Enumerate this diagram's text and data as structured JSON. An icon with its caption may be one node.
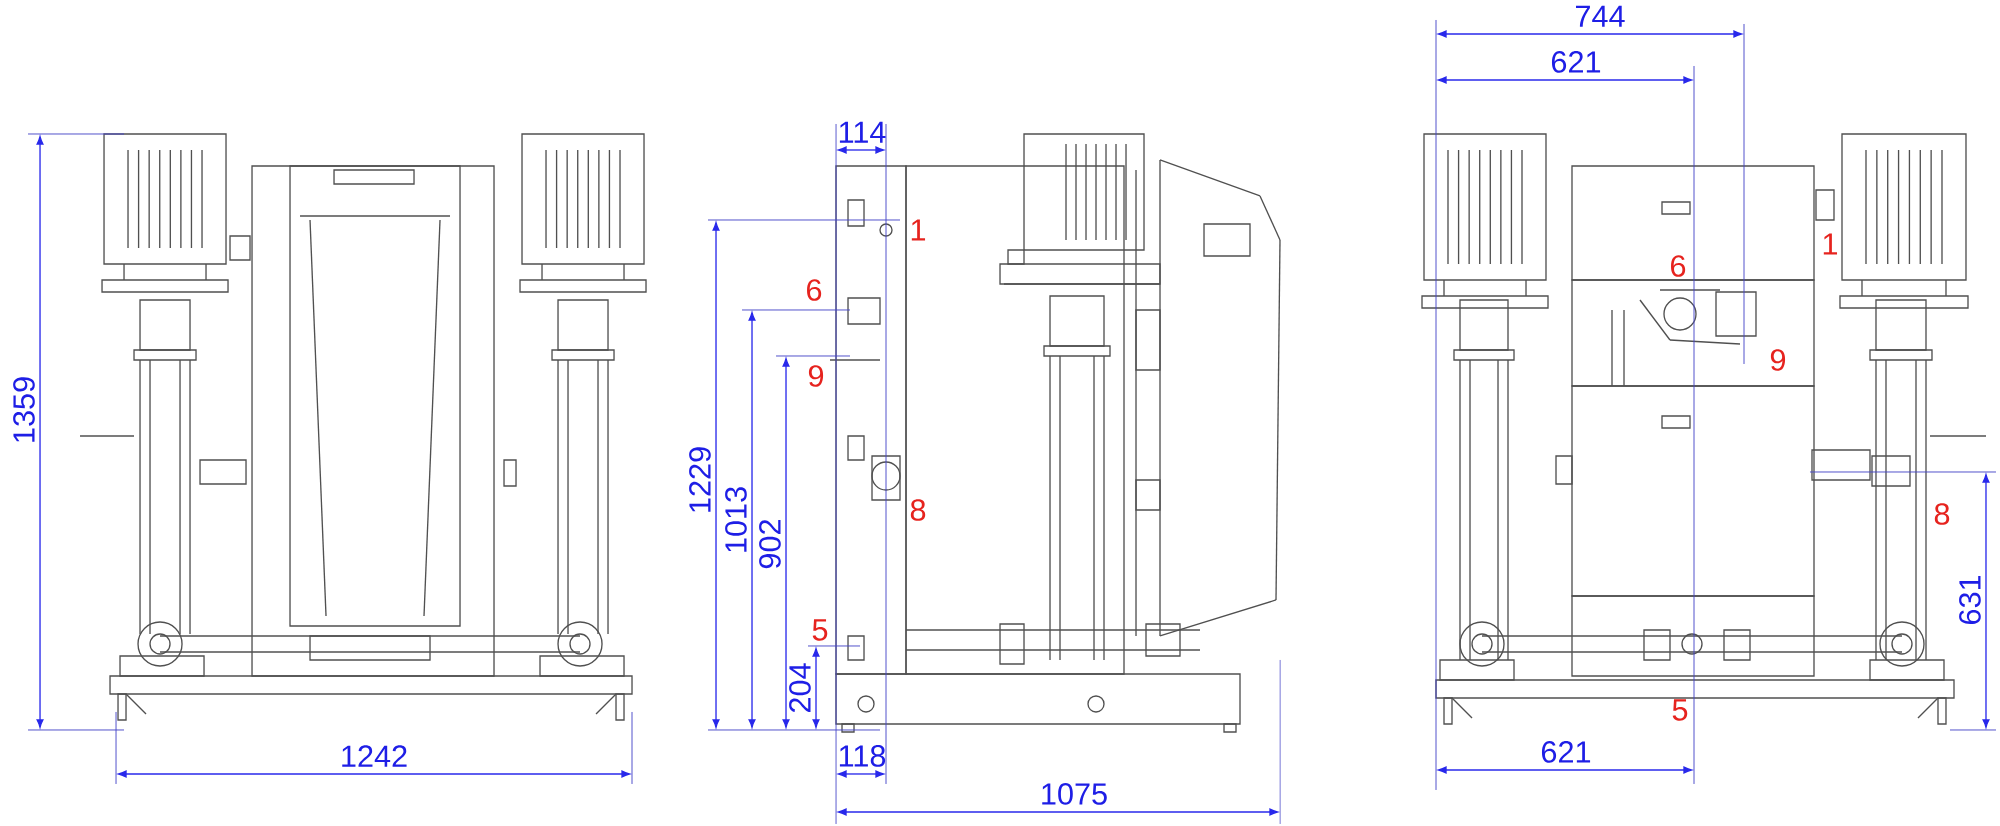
{
  "diagram": {
    "labels": [
      "1359",
      "1242",
      "114",
      "1",
      "6",
      "9",
      "1229",
      "1013",
      "902",
      "8",
      "5",
      "204",
      "118",
      "1075",
      "744",
      "621",
      "6",
      "1",
      "9",
      "8",
      "631",
      "5",
      "621"
    ]
  }
}
